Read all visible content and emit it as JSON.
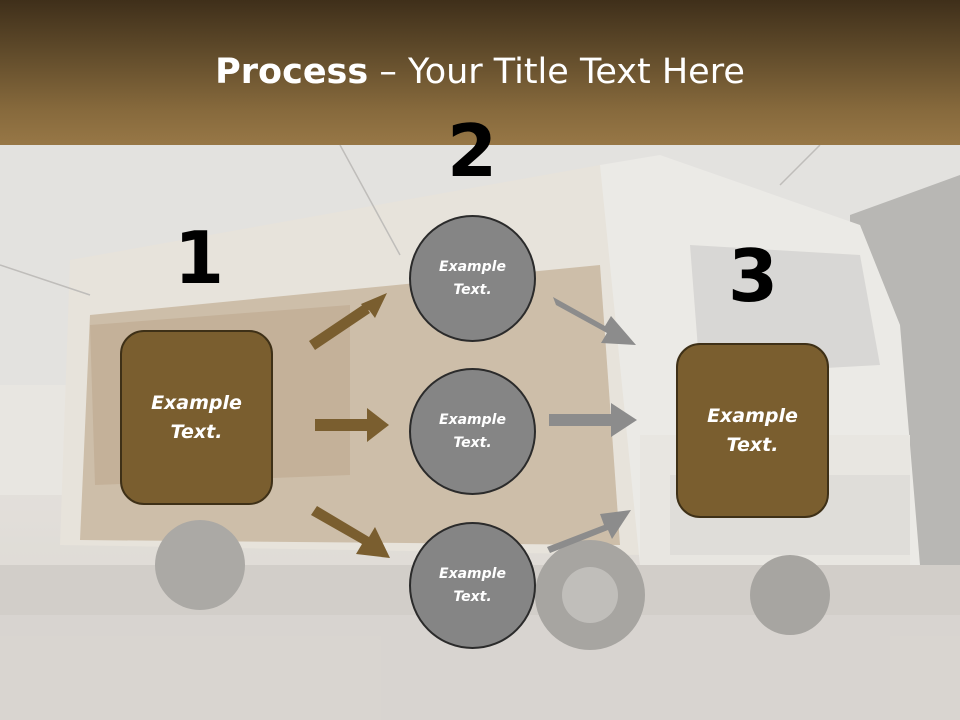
{
  "title": {
    "bold": "Process",
    "rest": " – Your Title Text Here"
  },
  "steps": {
    "one": "1",
    "two": "2",
    "three": "3"
  },
  "left_box": {
    "label": "Example Text."
  },
  "right_box": {
    "label": "Example Text."
  },
  "circles": [
    {
      "label": "Example Text."
    },
    {
      "label": "Example Text."
    },
    {
      "label": "Example Text."
    }
  ],
  "colors": {
    "header_dark": "#3f2f1a",
    "header_light": "#977746",
    "box_fill": "#7a5e2f",
    "box_border": "#3e3017",
    "circle_fill": "#858585",
    "arrow_brown": "#7a5e2f",
    "arrow_gray": "#8c8c8c"
  }
}
